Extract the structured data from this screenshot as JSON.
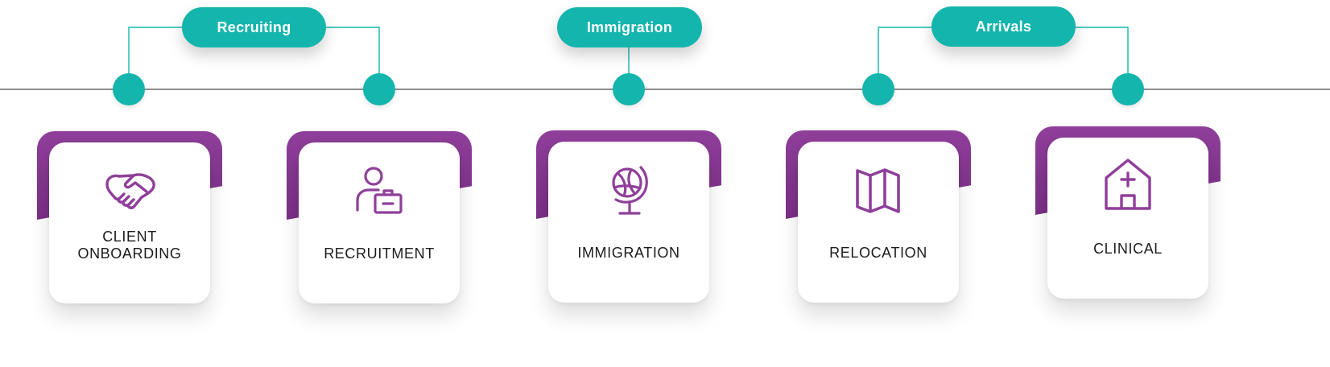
{
  "colors": {
    "teal": "#14b5ad",
    "purple": "#8f3f9a",
    "line": "#8e8e8e"
  },
  "phases": [
    {
      "label": "Recruiting"
    },
    {
      "label": "Immigration"
    },
    {
      "label": "Arrivals"
    }
  ],
  "steps": [
    {
      "label": "CLIENT ONBOARDING",
      "icon": "handshake-icon"
    },
    {
      "label": "RECRUITMENT",
      "icon": "recruiter-icon"
    },
    {
      "label": "IMMIGRATION",
      "icon": "globe-icon"
    },
    {
      "label": "RELOCATION",
      "icon": "map-icon"
    },
    {
      "label": "CLINICAL",
      "icon": "clinic-icon"
    }
  ]
}
